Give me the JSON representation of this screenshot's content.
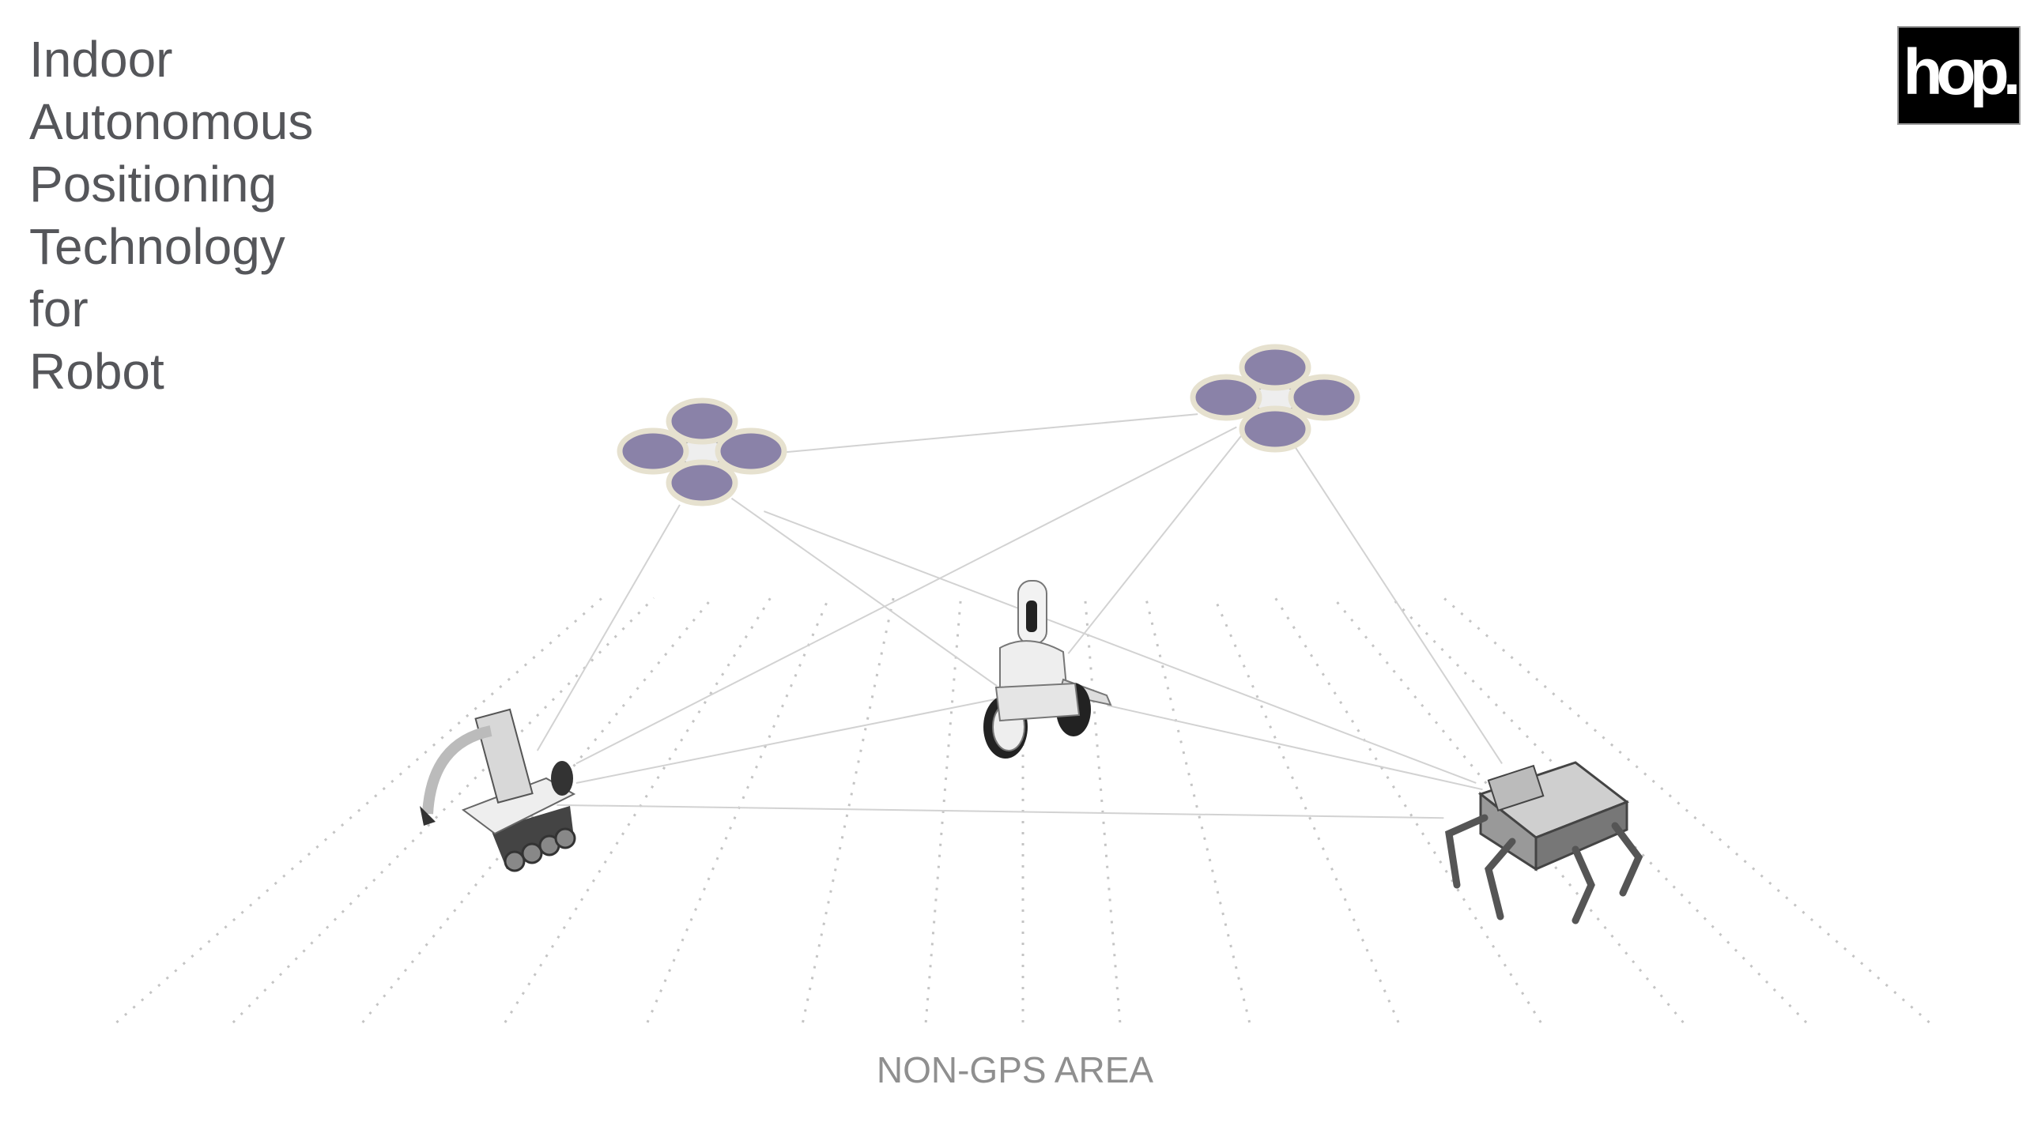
{
  "title_lines": [
    "Indoor",
    "Autonomous",
    "Positioning",
    "Technology",
    "for",
    "Robot"
  ],
  "logo_text": "hop.",
  "footer_label": "NON-GPS AREA",
  "colors": {
    "title": "#55565a",
    "footer": "#8f8f8f",
    "rotor": "#8a82a8",
    "line": "#cfcfcf"
  },
  "robots": [
    "drone",
    "drone",
    "humanoid-robot",
    "tracked-robot",
    "quadruped-robot"
  ]
}
